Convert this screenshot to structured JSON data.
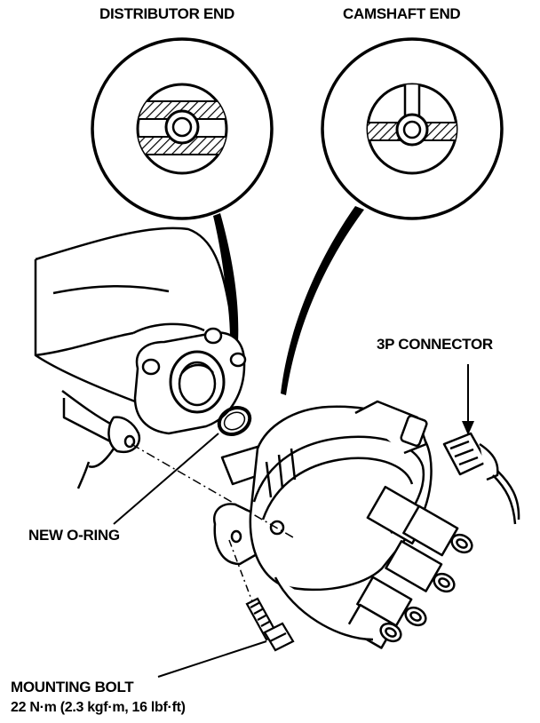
{
  "labels": {
    "distributor_end": "DISTRIBUTOR END",
    "camshaft_end": "CAMSHAFT END",
    "connector": "3P CONNECTOR",
    "o_ring": "NEW O-RING",
    "mounting_bolt": "MOUNTING BOLT",
    "torque": "22 N·m (2.3 kgf·m, 16 lbf·ft)"
  },
  "colors": {
    "ink": "#000000",
    "paper": "#ffffff"
  }
}
